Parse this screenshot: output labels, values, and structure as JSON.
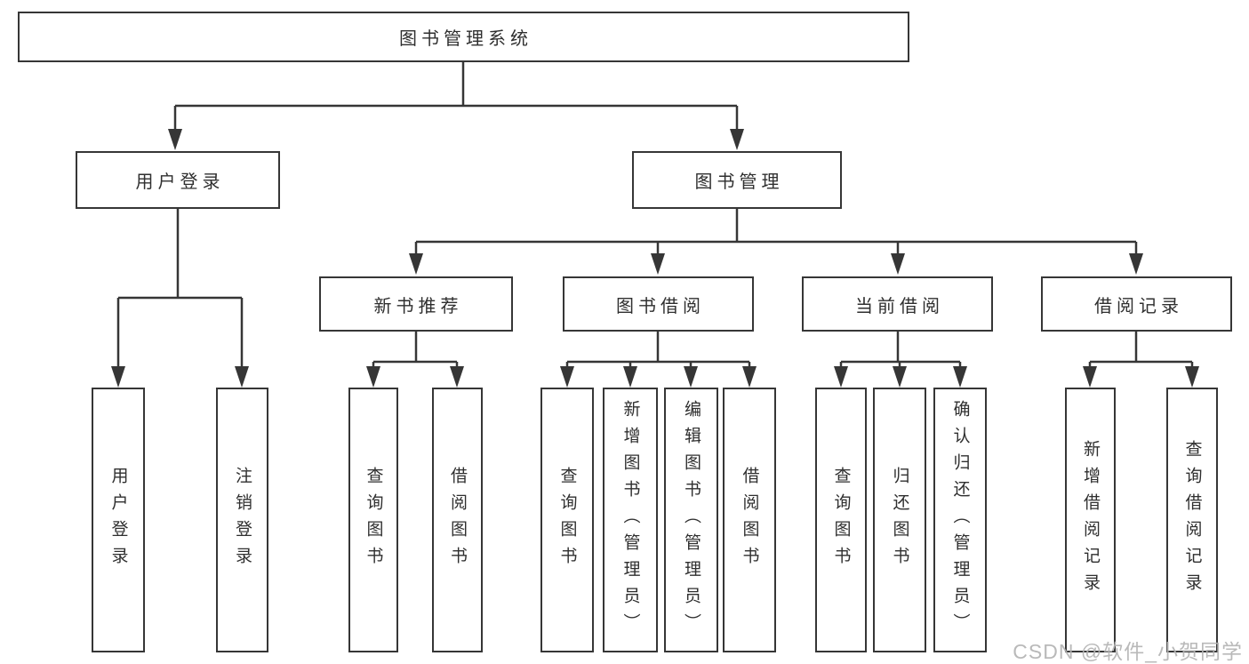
{
  "tree": {
    "label": "图书管理系统",
    "children": [
      {
        "label": "用户登录",
        "children": [
          {
            "label": "用户登录"
          },
          {
            "label": "注销登录"
          }
        ]
      },
      {
        "label": "图书管理",
        "children": [
          {
            "label": "新书推荐",
            "children": [
              {
                "label": "查询图书"
              },
              {
                "label": "借阅图书"
              }
            ]
          },
          {
            "label": "图书借阅",
            "children": [
              {
                "label": "查询图书"
              },
              {
                "label": "新增图书（管理员）"
              },
              {
                "label": "编辑图书（管理员）"
              },
              {
                "label": "借阅图书"
              }
            ]
          },
          {
            "label": "当前借阅",
            "children": [
              {
                "label": "查询图书"
              },
              {
                "label": "归还图书"
              },
              {
                "label": "确认归还（管理员）"
              }
            ]
          },
          {
            "label": "借阅记录",
            "children": [
              {
                "label": "新增借阅记录"
              },
              {
                "label": "查询借阅记录"
              }
            ]
          }
        ]
      }
    ]
  },
  "watermark": {
    "text": "CSDN @软件_小贺同学"
  },
  "colors": {
    "line": "#363636",
    "box_border": "#363636",
    "box_fill": "#ffffff",
    "text": "#2f2f2f",
    "background": "#ffffff",
    "watermark": "#b4b4b4"
  }
}
